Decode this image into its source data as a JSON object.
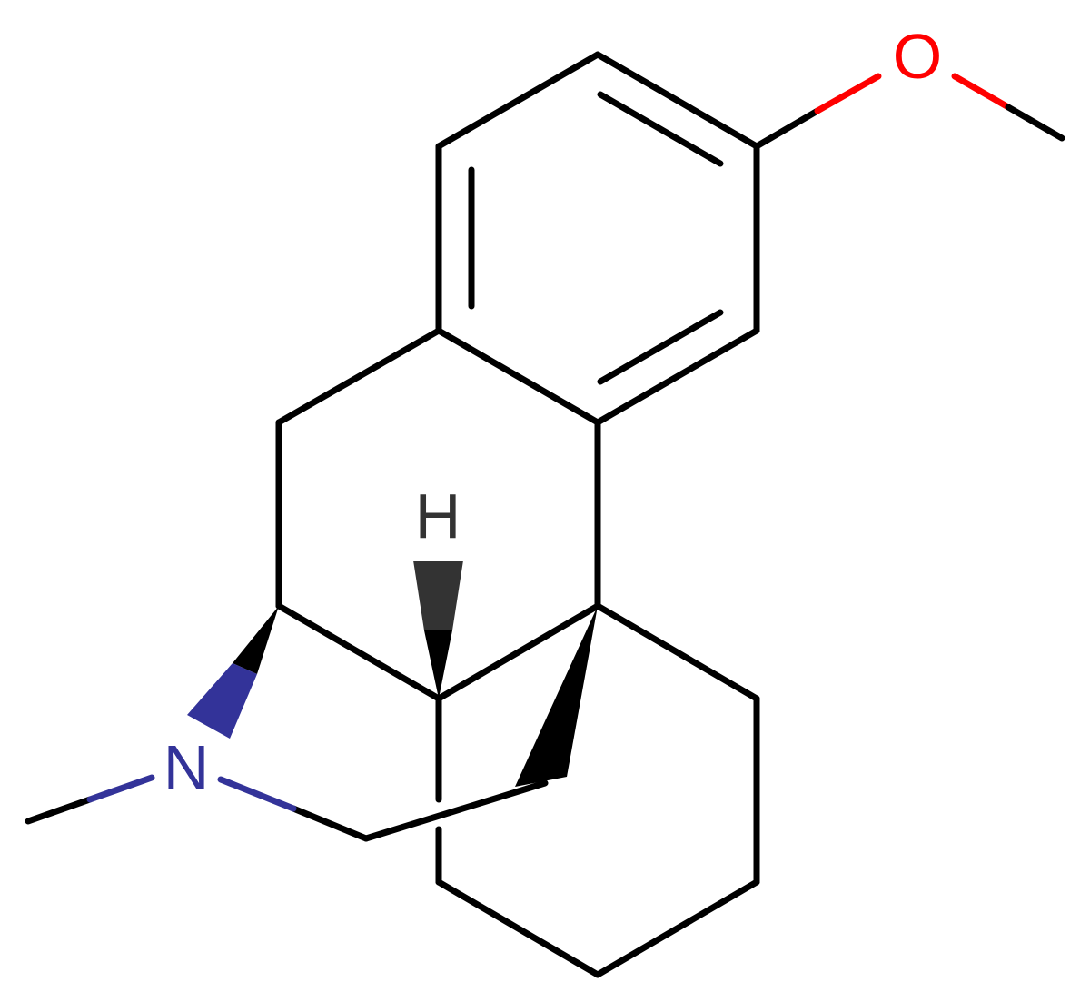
{
  "molecule": {
    "atoms": {
      "oxygen": "O",
      "nitrogen": "N",
      "hydrogen": "H"
    },
    "colors": {
      "bond": "#000000",
      "oxygen": "#ff0000",
      "nitrogen": "#333399",
      "hydrogen": "#333333"
    }
  }
}
